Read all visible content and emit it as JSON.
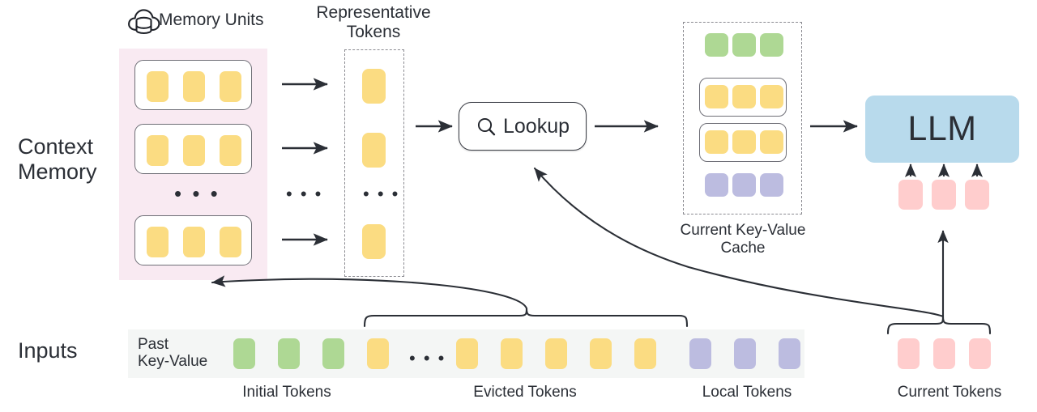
{
  "diagram": {
    "title": "Context Memory LLM KV-cache lookup architecture",
    "row_labels": {
      "context_memory": "Context\nMemory",
      "inputs": "Inputs"
    },
    "headers": {
      "memory_units": "Memory Units",
      "representative_tokens": "Representative\nTokens"
    },
    "memory_units_icon": "cloud-database-icon",
    "lookup": {
      "label": "Lookup",
      "icon": "search-icon"
    },
    "kv_cache": {
      "caption": "Current Key-Value\nCache",
      "rows": [
        {
          "color_key": "green",
          "bordered": false,
          "count": 3
        },
        {
          "color_key": "yellow",
          "bordered": true,
          "count": 3
        },
        {
          "color_key": "yellow",
          "bordered": true,
          "count": 3
        },
        {
          "color_key": "purple",
          "bordered": false,
          "count": 3
        }
      ]
    },
    "llm": {
      "label": "LLM",
      "arrow_count": 3
    },
    "context_memory": {
      "unit_count_visible": 3,
      "tokens_per_unit": 3,
      "ellipsis": "• • •",
      "arrow_count": 3
    },
    "representative_tokens": {
      "visible_count": 3,
      "ellipsis": "• • •"
    },
    "inputs": {
      "past_key_value_label": "Past\nKey-Value",
      "ellipsis": "• • •",
      "token_groups": [
        {
          "name": "initial",
          "caption": "Initial Tokens",
          "color_key": "green",
          "count": 3
        },
        {
          "name": "evicted",
          "caption": "Evicted Tokens",
          "color_key": "yellow",
          "count": 6
        },
        {
          "name": "local",
          "caption": "Local Tokens",
          "color_key": "purple",
          "count": 3
        }
      ],
      "current_tokens": {
        "caption": "Current Tokens",
        "color_key": "pink",
        "count": 3
      }
    },
    "colors": {
      "yellow": "#FBDC82",
      "green": "#AED894",
      "purple": "#BCBCE0",
      "pink": "#FFCDCD",
      "llm_blue": "#B8DAEC",
      "context_panel_bg": "#F9EAF2",
      "inputs_strip_bg": "#F4F6F5",
      "stroke": "#2b2f36",
      "dashed_stroke": "#8b8b91"
    }
  }
}
